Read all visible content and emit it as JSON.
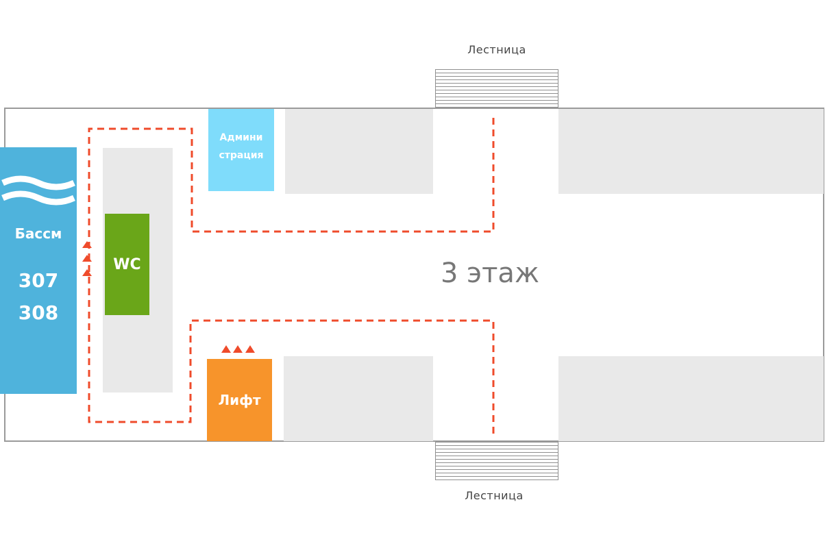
{
  "floor": {
    "title": "3 этаж"
  },
  "stairs_top": {
    "label": "Лестница"
  },
  "stairs_bottom": {
    "label": "Лестница"
  },
  "pool": {
    "label": "Бассм",
    "rooms": [
      "307",
      "308"
    ],
    "color": "#4fb3dc"
  },
  "wc": {
    "label": "WC",
    "color": "#6aa619"
  },
  "admin": {
    "label_line1": "Админи",
    "label_line2": "страция",
    "color": "#7fdcfb"
  },
  "elevator": {
    "label": "Лифт",
    "color": "#f7942b"
  },
  "route": {
    "color": "#ef4b2b",
    "style": "dashed"
  },
  "colors": {
    "room": "#e9e9e9",
    "outline": "#9a9a9a",
    "arrows": "#ef4b2b"
  }
}
